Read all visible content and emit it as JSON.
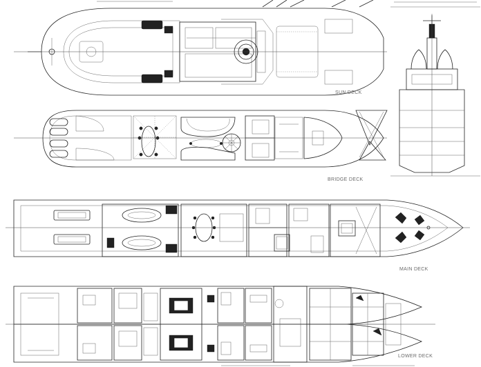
{
  "labels": {
    "sun_deck": "SUN DECK",
    "bridge_deck": "BRIDGE DECK",
    "main_deck": "MAIN DECK",
    "lower_deck": "LOWER DECK"
  },
  "colors": {
    "line": "#222222",
    "label": "#6a6a6a",
    "background": "#ffffff"
  }
}
